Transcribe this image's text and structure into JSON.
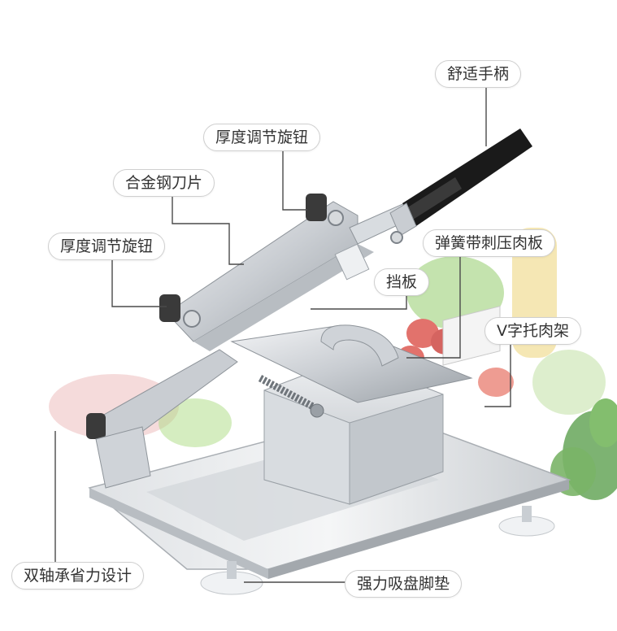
{
  "labels": {
    "handle": "舒适手柄",
    "thickness_knob_top": "厚度调节旋钮",
    "alloy_blade": "合金钢刀片",
    "thickness_knob_left": "厚度调节旋钮",
    "spring_press_plate": "弹簧带刺压肉板",
    "baffle": "挡板",
    "v_holder": "V字托肉架",
    "dual_bearing": "双轴承省力设计",
    "suction_feet": "强力吸盘脚垫"
  },
  "colors": {
    "line": "#4a4a4a",
    "steel_light": "#e6e8eb",
    "steel_mid": "#c3c7cc",
    "steel_dark": "#8e949a",
    "handle": "#1a1a1a",
    "veg_green": "#7cbf4a",
    "veg_red": "#d9433b",
    "meat_pink": "#e8a8a8",
    "oil_yellow": "#e8c64a"
  }
}
